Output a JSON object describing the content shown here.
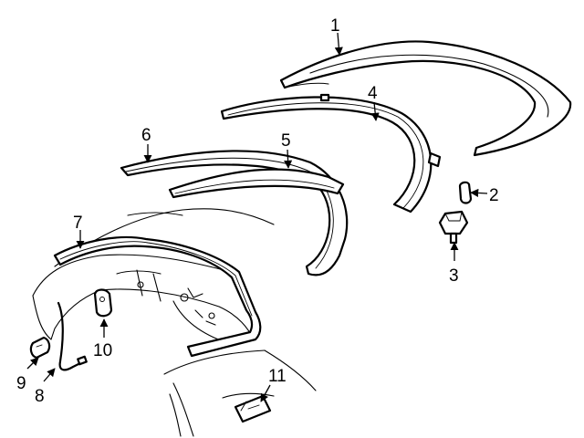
{
  "callouts": [
    {
      "key": "p1",
      "label": "1"
    },
    {
      "key": "p2",
      "label": "2"
    },
    {
      "key": "p3",
      "label": "3"
    },
    {
      "key": "p4",
      "label": "4"
    },
    {
      "key": "p5",
      "label": "5"
    },
    {
      "key": "p6",
      "label": "6"
    },
    {
      "key": "p7",
      "label": "7"
    },
    {
      "key": "p8",
      "label": "8"
    },
    {
      "key": "p9",
      "label": "9"
    },
    {
      "key": "p10",
      "label": "10"
    },
    {
      "key": "p11",
      "label": "11"
    }
  ],
  "colors": {
    "line": "#000000",
    "background": "#ffffff"
  }
}
